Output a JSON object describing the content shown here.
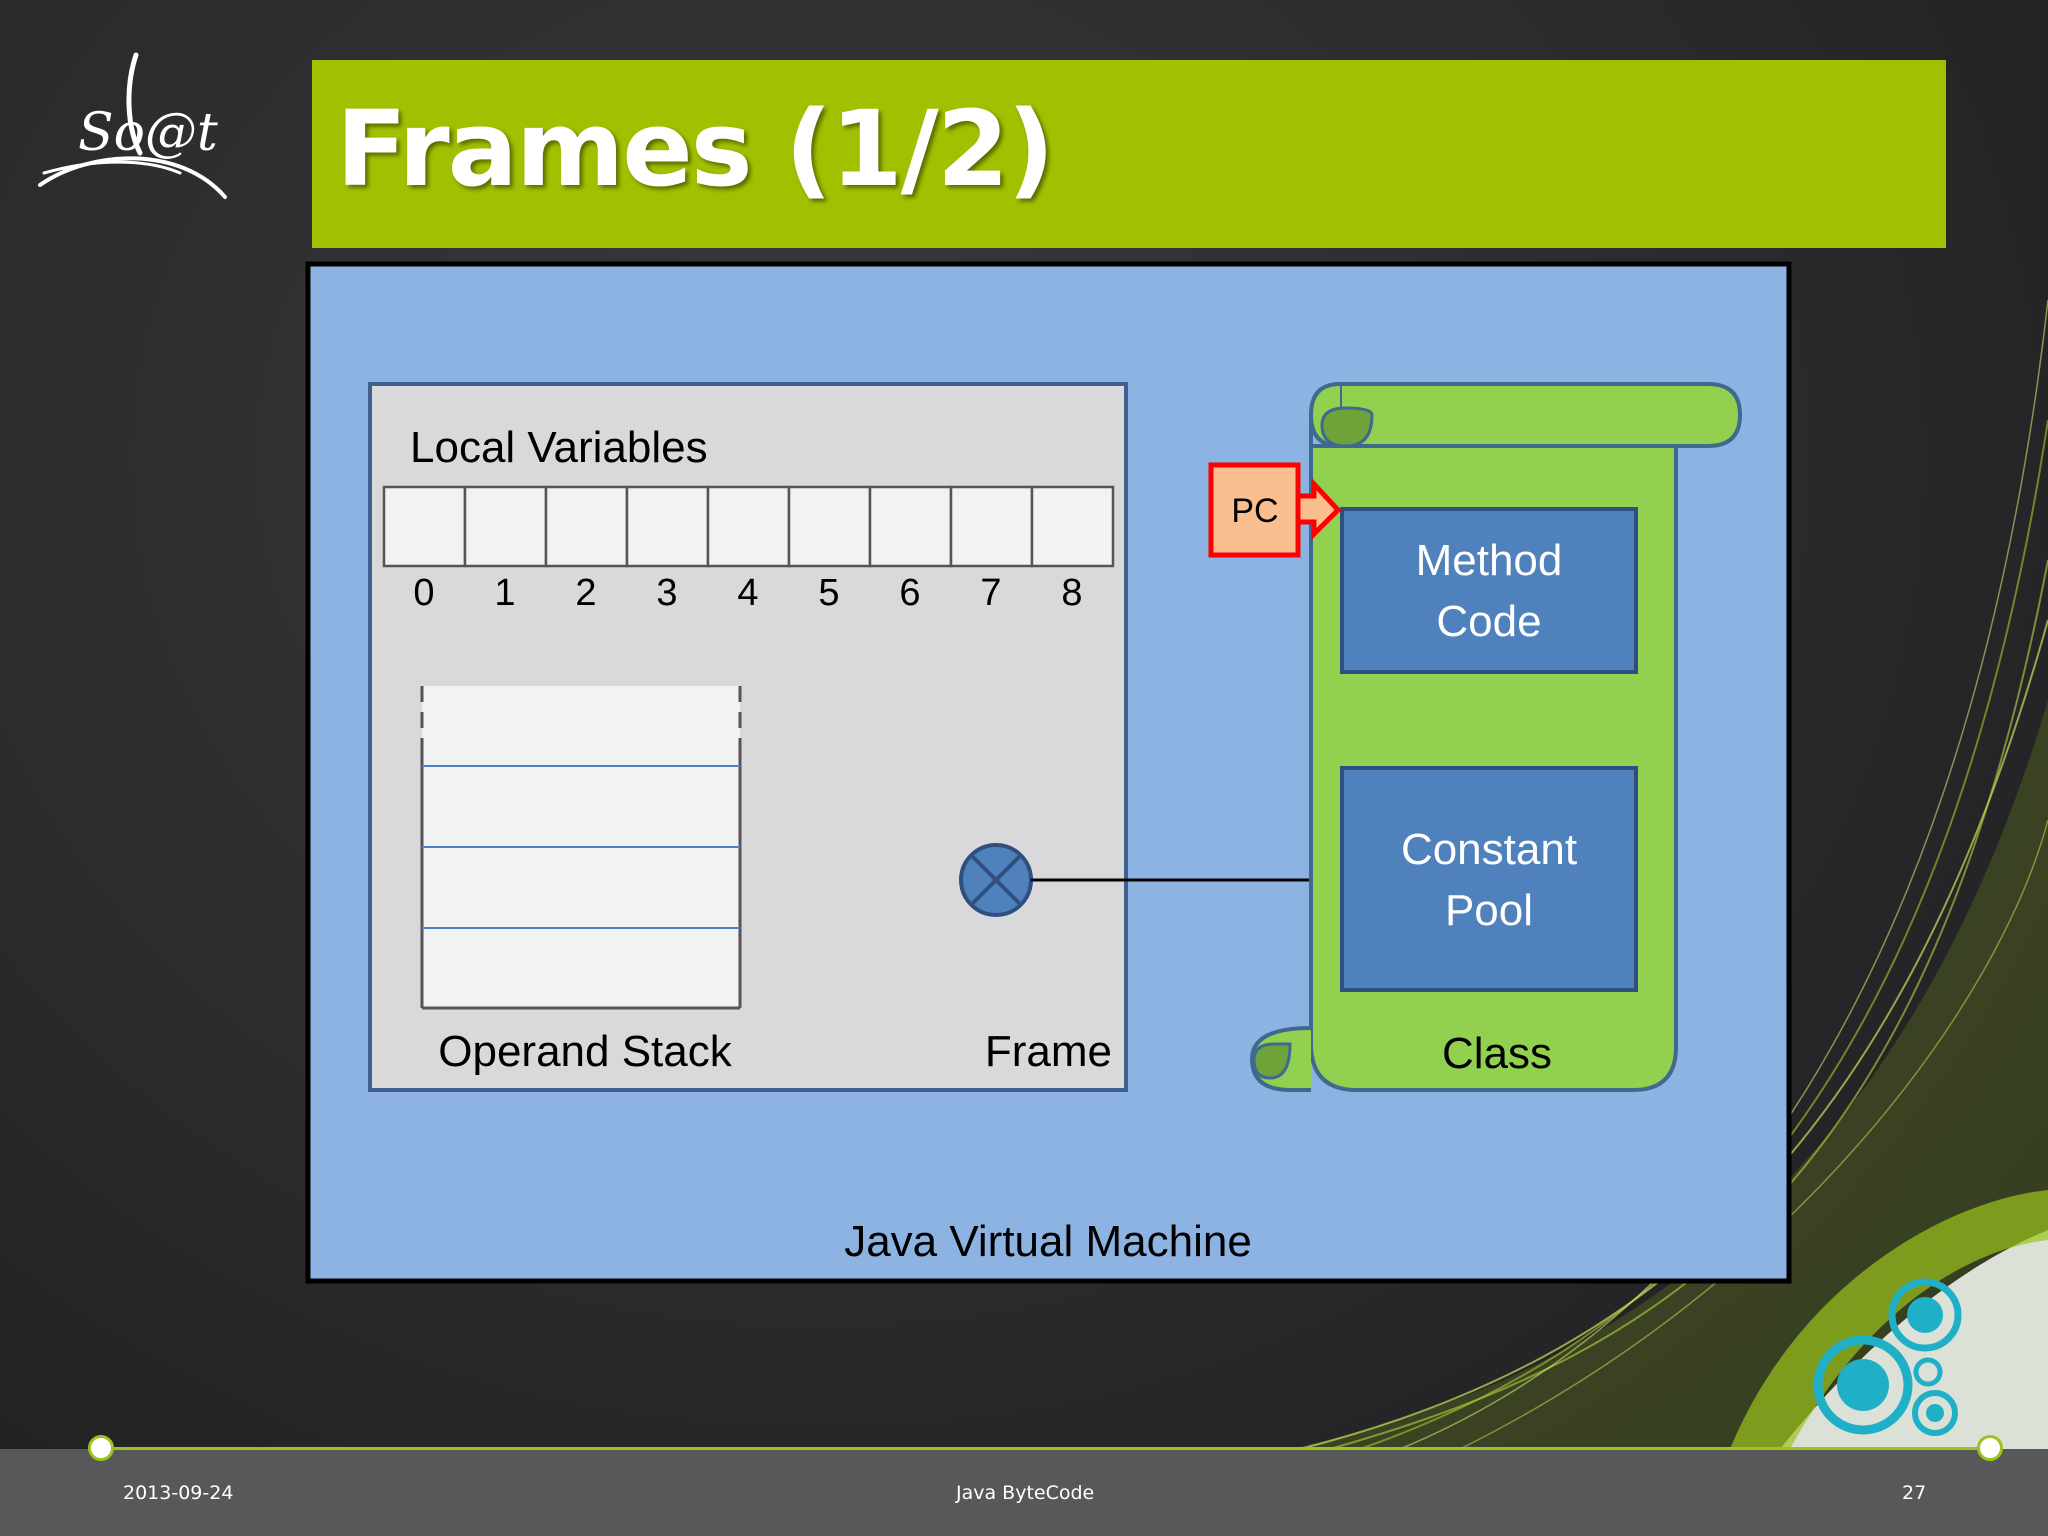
{
  "slide": {
    "title": "Frames (1/2)",
    "footer": {
      "date": "2013-09-24",
      "center": "Java ByteCode",
      "page": "27"
    }
  },
  "diagram": {
    "jvm_label": "Java Virtual Machine",
    "frame": {
      "label": "Frame",
      "local_variables": {
        "title": "Local Variables",
        "indices": [
          "0",
          "1",
          "2",
          "3",
          "4",
          "5",
          "6",
          "7",
          "8"
        ]
      },
      "operand_stack": {
        "label": "Operand Stack"
      }
    },
    "class": {
      "label": "Class",
      "pc_label": "PC",
      "method_code": [
        "Method",
        "Code"
      ],
      "constant_pool": [
        "Constant",
        "Pool"
      ]
    }
  },
  "colors": {
    "title_bar": "#a0c100",
    "jvm_background": "#8db3e2",
    "frame_background": "#d9d9db",
    "class_scroll": "#92d050",
    "inner_box": "#4f81bd",
    "pc_box": "#fbbf8f",
    "pc_border": "#ff0000"
  }
}
